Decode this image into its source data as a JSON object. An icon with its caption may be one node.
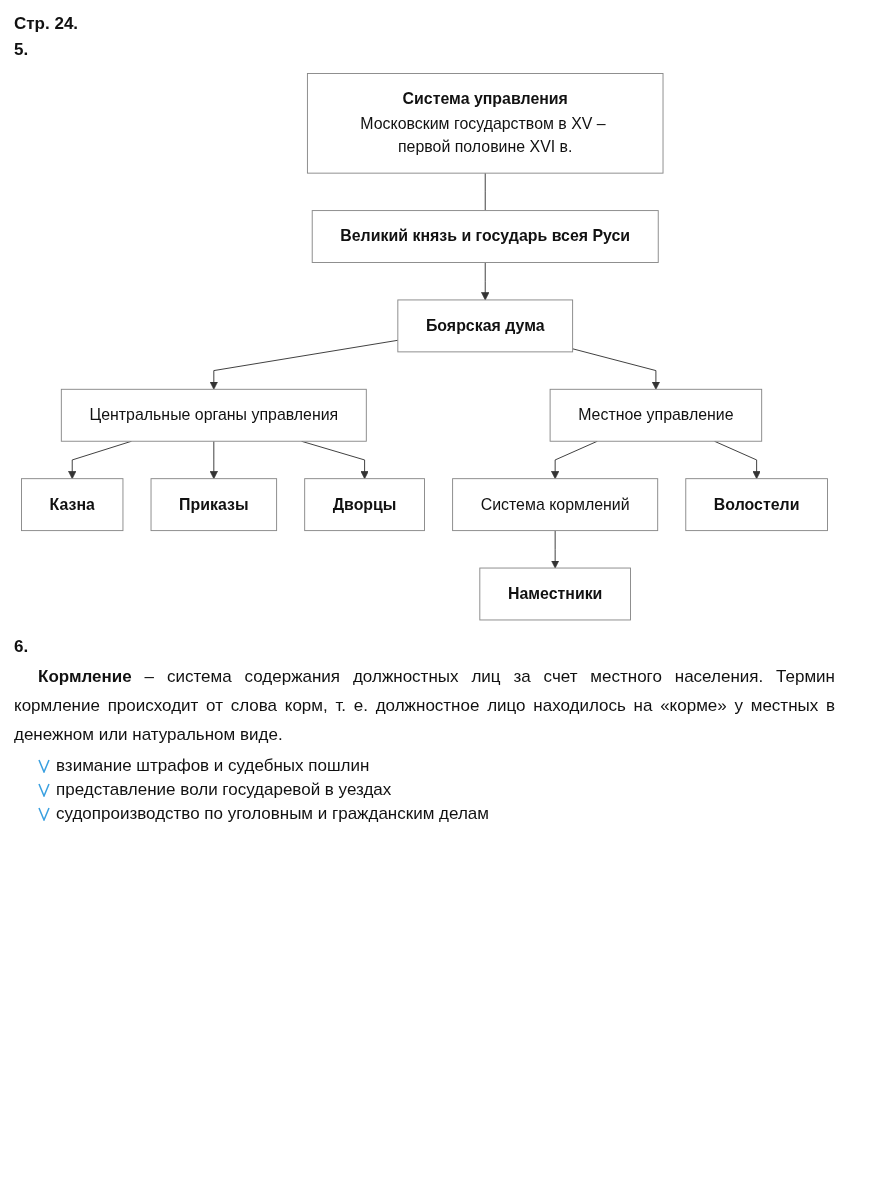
{
  "diagram": {
    "nodes": [
      {
        "text": [
          "Система управления",
          "Московским государством в XV – первой половине XVI в."
        ]
      },
      {
        "text": [
          "Великий князь и государь всея Руси"
        ]
      },
      {
        "text": [
          "Боярская дума"
        ]
      },
      {
        "text": [
          "Центральные органы управления"
        ]
      },
      {
        "text": [
          "Местное управление"
        ]
      },
      {
        "text": [
          "Система кормлений"
        ]
      },
      {
        "text": [
          "Казна"
        ]
      },
      {
        "text": [
          "Дворцы"
        ]
      },
      {
        "text": [
          "Наместники"
        ]
      },
      {
        "text": [
          "Волостели"
        ]
      },
      {
        "text": [
          "Приказы"
        ]
      }
    ],
    "edges": [
      {
        "from": 0,
        "to": 1,
        "arrow": "none"
      },
      {
        "from": 1,
        "to": 2,
        "arrow": "to"
      },
      {
        "from": 2,
        "to": 3,
        "arrow": "to"
      },
      {
        "from": 2,
        "to": 4,
        "arrow": "to"
      },
      {
        "from": 3,
        "to": 6,
        "arrow": "to"
      },
      {
        "from": 3,
        "to": 10,
        "arrow": "to"
      },
      {
        "from": 3,
        "to": 7,
        "arrow": "to"
      },
      {
        "from": 4,
        "to": 5,
        "arrow": "to"
      },
      {
        "from": 4,
        "to": 9,
        "arrow": "to"
      },
      {
        "from": 5,
        "to": 8,
        "arrow": "to"
      }
    ],
    "labels": [
      "Стр. 24.",
      "5.",
      "6.",
      "**Кормление** – система содержания должностных лиц за счет местного населения. Термин кормление происходит от слова корм, т. е. должностное лицо находилось на «корме» у местных в денежном или натуральном виде.",
      "взимание штрафов и судебных пошлин",
      "представление воли государевой в уездах",
      "судопроизводство по уголовным и гражданским делам"
    ]
  }
}
